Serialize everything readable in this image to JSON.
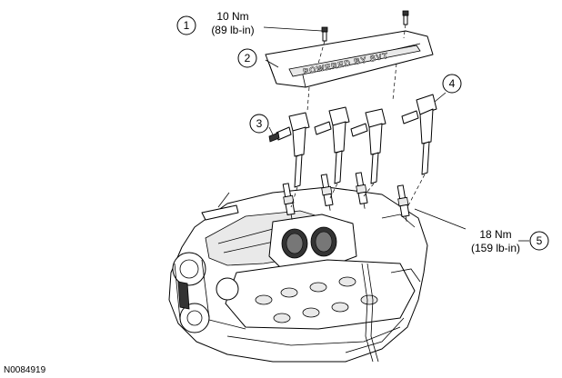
{
  "callouts": [
    {
      "id": "1",
      "label": "1"
    },
    {
      "id": "2",
      "label": "2"
    },
    {
      "id": "3",
      "label": "3"
    },
    {
      "id": "4",
      "label": "4"
    },
    {
      "id": "5",
      "label": "5"
    }
  ],
  "specs": {
    "cover_bolt": {
      "metric": "10 Nm",
      "imperial": "(89 lb-in)"
    },
    "spark_plug": {
      "metric": "18 Nm",
      "imperial": "(159 lb-in)"
    }
  },
  "cover_text": "POWERED BY SVT",
  "figure_ref": "N0084919"
}
